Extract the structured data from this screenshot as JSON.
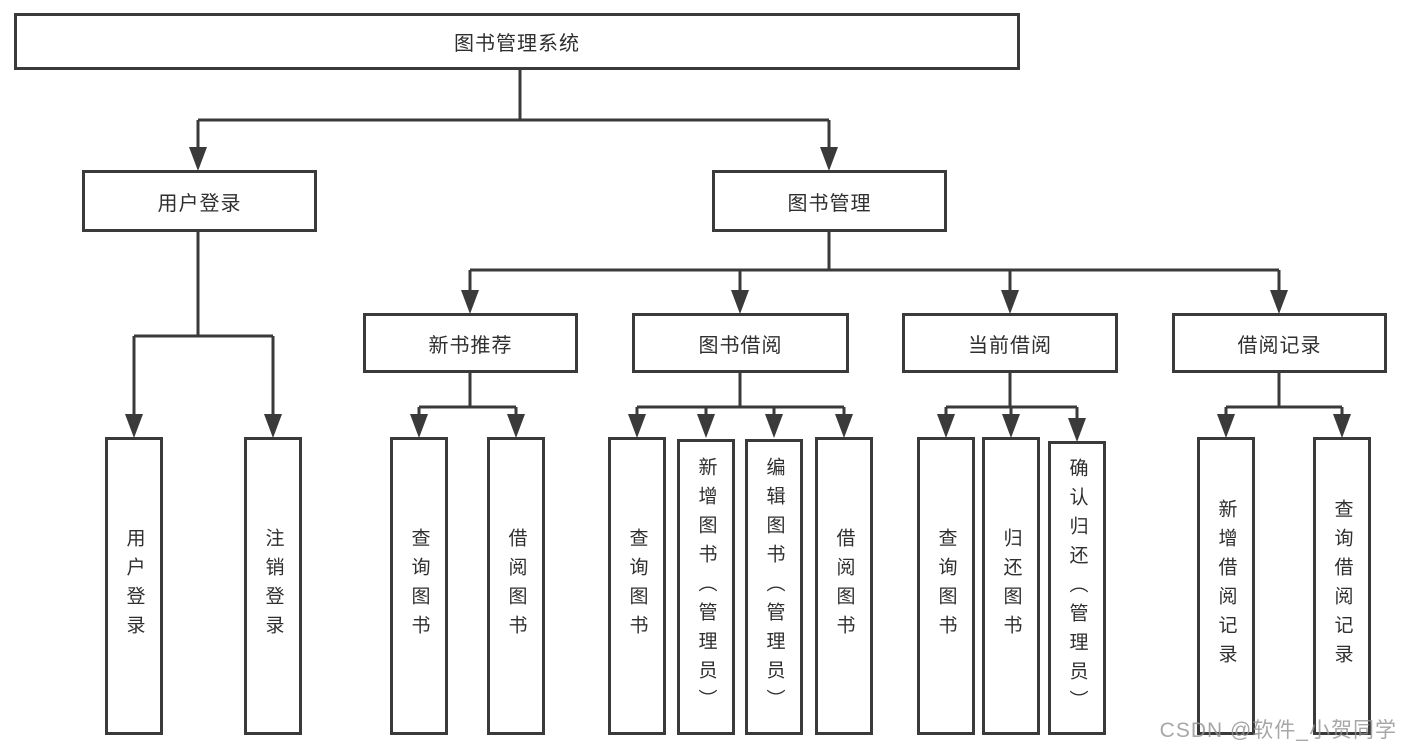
{
  "tree": {
    "label": "图书管理系统",
    "children": [
      {
        "label": "用户登录",
        "children": [
          {
            "label": "用户登录"
          },
          {
            "label": "注销登录"
          }
        ]
      },
      {
        "label": "图书管理",
        "children": [
          {
            "label": "新书推荐",
            "children": [
              {
                "label": "查询图书"
              },
              {
                "label": "借阅图书"
              }
            ]
          },
          {
            "label": "图书借阅",
            "children": [
              {
                "label": "查询图书"
              },
              {
                "label": "新增图书（管理员）"
              },
              {
                "label": "编辑图书（管理员）"
              },
              {
                "label": "借阅图书"
              }
            ]
          },
          {
            "label": "当前借阅",
            "children": [
              {
                "label": "查询图书"
              },
              {
                "label": "归还图书"
              },
              {
                "label": "确认归还（管理员）"
              }
            ]
          },
          {
            "label": "借阅记录",
            "children": [
              {
                "label": "新增借阅记录"
              },
              {
                "label": "查询借阅记录"
              }
            ]
          }
        ]
      }
    ]
  },
  "watermark": {
    "text": "CSDN @软件_小贺同学"
  },
  "colors": {
    "line": "#3a3a3a",
    "box_border": "#3a3a3a",
    "text": "#2f2f2f",
    "watermark": "#949494",
    "background": "#ffffff"
  }
}
